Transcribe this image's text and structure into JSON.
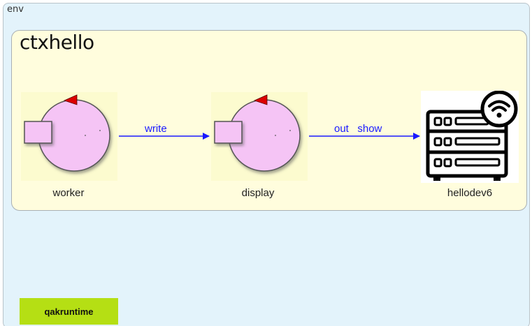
{
  "env": {
    "label": "env"
  },
  "context": {
    "label": "ctxhello"
  },
  "nodes": [
    {
      "id": "worker",
      "label": "worker"
    },
    {
      "id": "display",
      "label": "display"
    },
    {
      "id": "hellodev6",
      "label": "hellodev6"
    }
  ],
  "edges": [
    {
      "from": "worker",
      "to": "display",
      "label": "write"
    },
    {
      "from": "display",
      "to": "hellodev6",
      "label": "out   show"
    }
  ],
  "runtime": {
    "label": "qakruntime"
  },
  "colors": {
    "env_bg": "#e3f3fb",
    "context_bg": "#fffddd",
    "actor_fill": "#f5c4f5",
    "edge": "#1a1aff",
    "marker": "#dd0000",
    "runtime_bg": "#b5df14"
  },
  "icons": {
    "worker": "actor-circle-icon",
    "display": "actor-circle-icon",
    "hellodev6": "server-wifi-icon"
  }
}
